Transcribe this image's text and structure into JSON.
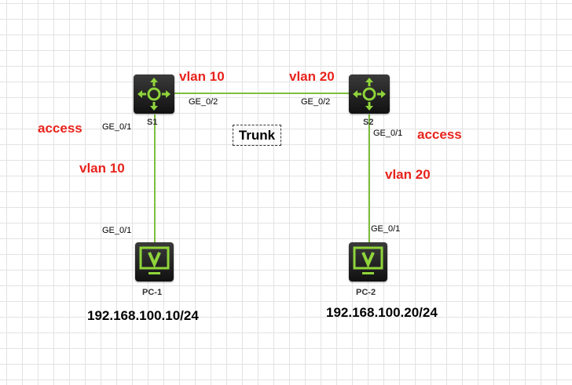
{
  "devices": {
    "s1": {
      "name": "S1",
      "icon": "switch-icon"
    },
    "s2": {
      "name": "S2",
      "icon": "switch-icon"
    },
    "pc1": {
      "name": "PC-1",
      "icon": "pc-monitor-icon",
      "ip": "192.168.100.10/24"
    },
    "pc2": {
      "name": "PC-2",
      "icon": "pc-monitor-icon",
      "ip": "192.168.100.20/24"
    }
  },
  "ports": {
    "s1_ge02": "GE_0/2",
    "s2_ge02": "GE_0/2",
    "s1_ge01": "GE_0/1",
    "pc1_ge01": "GE_0/1",
    "s2_ge01": "GE_0/1",
    "pc2_ge01": "GE_0/1"
  },
  "annotations": {
    "s1_trunk_vlan": "vlan 10",
    "s2_trunk_vlan": "vlan 20",
    "s1_mode": "access",
    "s1_access_vlan": "vlan 10",
    "s2_mode": "access",
    "s2_access_vlan": "vlan 20",
    "link_type": "Trunk"
  },
  "colors": {
    "link": "#7fbf3f",
    "icon": "#8fd43a",
    "annotation": "#e8231c"
  }
}
